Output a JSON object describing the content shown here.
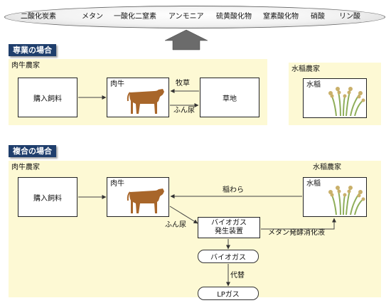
{
  "gases": [
    "二酸化炭素",
    "メタン",
    "一酸化二窒素",
    "アンモニア",
    "硫黄酸化物",
    "窒素酸化物",
    "硝酸",
    "リン酸"
  ],
  "section1": {
    "header": "専業の場合",
    "beef_farm_label": "肉牛農家",
    "purchased_feed": "購入飼料",
    "beef_cattle": "肉牛",
    "pasture_grass": "牧草",
    "grassland": "草地",
    "manure": "ふん尿",
    "rice_farm_label": "水稲農家",
    "rice": "水稲"
  },
  "section2": {
    "header": "複合の場合",
    "beef_farm_label": "肉牛農家",
    "rice_farm_label": "水稲農家",
    "purchased_feed": "購入飼料",
    "beef_cattle": "肉牛",
    "rice": "水稲",
    "rice_straw": "稲わら",
    "manure": "ふん尿",
    "biogas_plant_line1": "バイオガス",
    "biogas_plant_line2": "発生装置",
    "digestate": "メタン発酵消化液",
    "biogas": "バイオガス",
    "substitute": "代替",
    "lp_gas": "LPガス"
  },
  "colors": {
    "panel": "#fdf9d4",
    "header": "#1f3e6c",
    "cow": "#a8662a",
    "rice_stem": "#8fae5a",
    "rice_grain": "#c9b06a"
  }
}
